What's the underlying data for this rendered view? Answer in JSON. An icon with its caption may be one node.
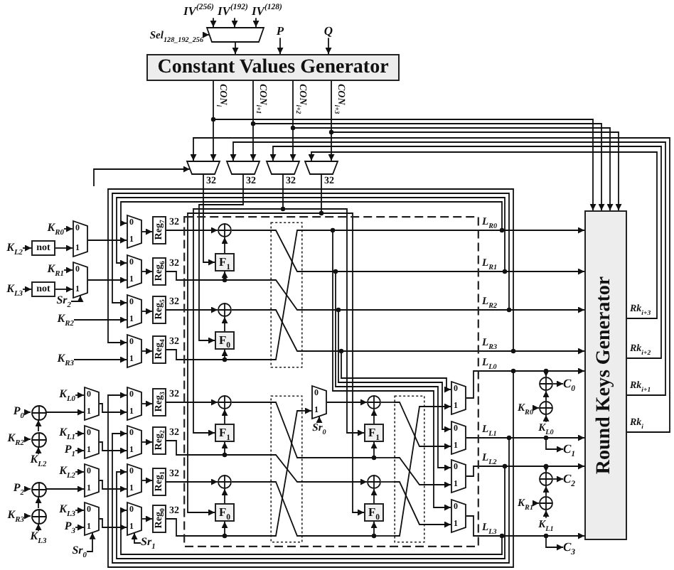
{
  "diagram": {
    "nodes": [
      {
        "text": [
          "IV$^{(256)}$"
        ]
      },
      {
        "text": [
          "IV$^{(192)}$"
        ]
      },
      {
        "text": [
          "IV$^{(128)}$"
        ]
      },
      {
        "text": [
          "Sel$_{128_192_256}$"
        ]
      },
      {
        "text": [],
        "shape": "trapezoid"
      },
      {
        "text": [
          "P"
        ]
      },
      {
        "text": [
          "Q"
        ]
      },
      {
        "text": [
          "Constant Values Generator"
        ]
      },
      {
        "text": [],
        "shape": "trapezoid"
      },
      {
        "text": [],
        "shape": "trapezoid"
      },
      {
        "text": [],
        "shape": "trapezoid"
      },
      {
        "text": [],
        "shape": "trapezoid"
      },
      {
        "text": [
          "K$_{R0}$"
        ]
      },
      {
        "text": [
          "K$_{L2}$"
        ]
      },
      {
        "text": [
          "not"
        ]
      },
      {
        "text": [
          "K$_{R1}$"
        ]
      },
      {
        "text": [
          "K$_{L3}$"
        ]
      },
      {
        "text": [
          "not"
        ]
      },
      {
        "text": [
          "0",
          "1"
        ]
      },
      {
        "text": [
          "0",
          "1"
        ]
      },
      {
        "text": [
          "Sr$_{2}$"
        ]
      },
      {
        "text": [
          "K$_{R2}$"
        ]
      },
      {
        "text": [
          "K$_{R3}$"
        ]
      },
      {
        "text": [
          "0",
          "1"
        ]
      },
      {
        "text": [
          "0",
          "1"
        ]
      },
      {
        "text": [
          "0",
          "1"
        ]
      },
      {
        "text": [
          "0",
          "1"
        ]
      },
      {
        "text": [
          "Reg$_{7}$"
        ]
      },
      {
        "text": [
          "Reg$_{6}$"
        ]
      },
      {
        "text": [
          "Reg$_{5}$"
        ]
      },
      {
        "text": [
          "Reg$_{4}$"
        ]
      },
      {
        "text": [
          "K$_{L0}$"
        ]
      },
      {
        "text": [
          "P$_{0}$"
        ]
      },
      {
        "text": [],
        "shape": "circle"
      },
      {
        "text": [
          "K$_{R2}$"
        ]
      },
      {
        "text": [],
        "shape": "circle"
      },
      {
        "text": [
          "K$_{L2}$"
        ]
      },
      {
        "text": [
          "K$_{L1}$"
        ]
      },
      {
        "text": [
          "P$_{1}$"
        ]
      },
      {
        "text": [
          "K$_{L2}$"
        ]
      },
      {
        "text": [
          "P$_{2}$"
        ]
      },
      {
        "text": [],
        "shape": "circle"
      },
      {
        "text": [
          "K$_{R3}$"
        ]
      },
      {
        "text": [],
        "shape": "circle"
      },
      {
        "text": [
          "K$_{L3}$"
        ]
      },
      {
        "text": [
          "K$_{L3}$"
        ]
      },
      {
        "text": [
          "P$_{3}$"
        ]
      },
      {
        "text": [
          "0",
          "1"
        ]
      },
      {
        "text": [
          "0",
          "1"
        ]
      },
      {
        "text": [
          "0",
          "1"
        ]
      },
      {
        "text": [
          "0",
          "1"
        ]
      },
      {
        "text": [
          "Sr$_{0}$"
        ]
      },
      {
        "text": [
          "0",
          "1"
        ]
      },
      {
        "text": [
          "0",
          "1"
        ]
      },
      {
        "text": [
          "0",
          "1"
        ]
      },
      {
        "text": [
          "0",
          "1"
        ]
      },
      {
        "text": [
          "Sr$_{1}$"
        ]
      },
      {
        "text": [
          "Reg$_{3}$"
        ]
      },
      {
        "text": [
          "Reg$_{2}$"
        ]
      },
      {
        "text": [
          "Reg$_{1}$"
        ]
      },
      {
        "text": [
          "Reg$_{0}$"
        ]
      },
      {
        "text": [],
        "shape": "box"
      },
      {
        "text": [],
        "shape": "circle",
        "in": 61
      },
      {
        "text": [
          "F$_{1}$"
        ],
        "in": 61
      },
      {
        "text": [],
        "shape": "circle",
        "in": 61
      },
      {
        "text": [
          "F$_{0}$"
        ],
        "in": 61
      },
      {
        "text": [],
        "shape": "box",
        "in": 61
      },
      {
        "text": [],
        "shape": "circle",
        "in": 61
      },
      {
        "text": [
          "F$_{1}$"
        ],
        "in": 61
      },
      {
        "text": [],
        "shape": "circle",
        "in": 61
      },
      {
        "text": [
          "F$_{0}$"
        ],
        "in": 61
      },
      {
        "text": [],
        "shape": "box",
        "in": 61
      },
      {
        "text": [
          "0",
          "1"
        ],
        "in": 61
      },
      {
        "text": [
          "Sr$_{0}$"
        ],
        "in": 61
      },
      {
        "text": [],
        "shape": "circle",
        "in": 61
      },
      {
        "text": [
          "F$_{1}$"
        ],
        "in": 61
      },
      {
        "text": [],
        "shape": "circle",
        "in": 61
      },
      {
        "text": [
          "F$_{0}$"
        ],
        "in": 61
      },
      {
        "text": [],
        "shape": "box",
        "in": 61
      },
      {
        "text": [
          "0",
          "1"
        ],
        "in": 61
      },
      {
        "text": [
          "0",
          "1"
        ],
        "in": 61
      },
      {
        "text": [
          "0",
          "1"
        ],
        "in": 61
      },
      {
        "text": [
          "0",
          "1"
        ],
        "in": 61
      },
      {
        "text": [
          "Round Keys Generator"
        ]
      },
      {
        "text": [],
        "shape": "circle"
      },
      {
        "text": [
          "C$_{0}$"
        ]
      },
      {
        "text": [
          "K$_{R0}$"
        ]
      },
      {
        "text": [],
        "shape": "circle"
      },
      {
        "text": [
          "K$_{L0}$"
        ]
      },
      {
        "text": [
          "C$_{1}$"
        ]
      },
      {
        "text": [],
        "shape": "circle"
      },
      {
        "text": [
          "C$_{2}$"
        ]
      },
      {
        "text": [
          "K$_{R1}$"
        ]
      },
      {
        "text": [],
        "shape": "circle"
      },
      {
        "text": [
          "K$_{L1}$"
        ]
      },
      {
        "text": [
          "C$_{3}$"
        ]
      }
    ],
    "edges": [
      {
        "from": 0,
        "to": 4,
        "arrow": "to"
      },
      {
        "from": 1,
        "to": 4,
        "arrow": "to"
      },
      {
        "from": 2,
        "to": 4,
        "arrow": "to"
      },
      {
        "from": 3,
        "to": 4,
        "arrow": "to"
      },
      {
        "from": 4,
        "to": 7,
        "arrow": "to"
      },
      {
        "from": 5,
        "to": 7,
        "arrow": "to"
      },
      {
        "from": 6,
        "to": 7,
        "arrow": "to"
      },
      {
        "from": 7,
        "to": 8,
        "arrow": "to",
        "label": "CON$_{i}$"
      },
      {
        "from": 7,
        "to": 9,
        "arrow": "to",
        "label": "CON$_{i+1}$"
      },
      {
        "from": 7,
        "to": 10,
        "arrow": "to",
        "label": "CON$_{i+2}$"
      },
      {
        "from": 7,
        "to": 11,
        "arrow": "to",
        "label": "CON$_{i+3}$"
      },
      {
        "from": 7,
        "to": 83,
        "arrow": "to"
      },
      {
        "from": 7,
        "to": 83,
        "arrow": "to"
      },
      {
        "from": 7,
        "to": 83,
        "arrow": "to"
      },
      {
        "from": 7,
        "to": 83,
        "arrow": "to"
      },
      {
        "from": 83,
        "to": 8,
        "arrow": "to",
        "label": "Rk$_{i}$"
      },
      {
        "from": 83,
        "to": 9,
        "arrow": "to",
        "label": "Rk$_{i+1}$"
      },
      {
        "from": 83,
        "to": 10,
        "arrow": "to",
        "label": "Rk$_{i+2}$"
      },
      {
        "from": 83,
        "to": 11,
        "arrow": "to",
        "label": "Rk$_{i+3}$"
      },
      {
        "from": null,
        "to": 8,
        "arrow": "to"
      },
      {
        "from": 8,
        "to": 63,
        "arrow": "to",
        "label": "32"
      },
      {
        "from": 9,
        "to": 65,
        "arrow": "to",
        "label": "32"
      },
      {
        "from": 10,
        "to": 68,
        "arrow": "to",
        "label": "32"
      },
      {
        "from": 11,
        "to": 70,
        "arrow": "to",
        "label": "32"
      },
      {
        "from": 10,
        "to": 75,
        "arrow": "to"
      },
      {
        "from": 11,
        "to": 77,
        "arrow": "to"
      },
      {
        "from": 12,
        "to": 18,
        "arrow": "to"
      },
      {
        "from": 13,
        "to": 14,
        "arrow": "to"
      },
      {
        "from": 14,
        "to": 18,
        "arrow": "to"
      },
      {
        "from": 15,
        "to": 19,
        "arrow": "to"
      },
      {
        "from": 16,
        "to": 17,
        "arrow": "to"
      },
      {
        "from": 17,
        "to": 19,
        "arrow": "to"
      },
      {
        "from": 20,
        "to": 19,
        "arrow": "to"
      },
      {
        "from": 18,
        "to": 23,
        "arrow": "to"
      },
      {
        "from": 19,
        "to": 24,
        "arrow": "to"
      },
      {
        "from": 21,
        "to": 25,
        "arrow": "to"
      },
      {
        "from": 22,
        "to": 26,
        "arrow": "to"
      },
      {
        "from": 23,
        "to": 27,
        "arrow": "to"
      },
      {
        "from": 24,
        "to": 28,
        "arrow": "to"
      },
      {
        "from": 25,
        "to": 29,
        "arrow": "to"
      },
      {
        "from": 26,
        "to": 30,
        "arrow": "to"
      },
      {
        "from": 27,
        "to": 62,
        "arrow": "to",
        "label": "32"
      },
      {
        "from": 28,
        "to": 63,
        "arrow": "to",
        "label": "32"
      },
      {
        "from": 28,
        "to": 66,
        "arrow": "none"
      },
      {
        "from": 29,
        "to": 64,
        "arrow": "to",
        "label": "32"
      },
      {
        "from": 30,
        "to": 65,
        "arrow": "to",
        "label": "32"
      },
      {
        "from": 30,
        "to": 66,
        "arrow": "none"
      },
      {
        "from": 63,
        "to": 62,
        "arrow": "to"
      },
      {
        "from": 65,
        "to": 64,
        "arrow": "to"
      },
      {
        "from": 62,
        "to": 66,
        "arrow": "none"
      },
      {
        "from": 64,
        "to": 66,
        "arrow": "none"
      },
      {
        "from": 66,
        "to": 83,
        "arrow": "to",
        "label": "L$_{R0}$"
      },
      {
        "from": 66,
        "to": 83,
        "arrow": "to",
        "label": "L$_{R1}$"
      },
      {
        "from": 66,
        "to": 83,
        "arrow": "to",
        "label": "L$_{R2}$"
      },
      {
        "from": 66,
        "to": 83,
        "arrow": "to",
        "label": "L$_{R3}$"
      },
      {
        "from": 66,
        "to": 23,
        "arrow": "to"
      },
      {
        "from": 66,
        "to": 24,
        "arrow": "to"
      },
      {
        "from": 66,
        "to": 25,
        "arrow": "to"
      },
      {
        "from": 66,
        "to": 26,
        "arrow": "to"
      },
      {
        "from": 31,
        "to": 47,
        "arrow": "to"
      },
      {
        "from": 32,
        "to": 33,
        "arrow": "to"
      },
      {
        "from": 34,
        "to": 35,
        "arrow": "to"
      },
      {
        "from": 36,
        "to": 35,
        "arrow": "to"
      },
      {
        "from": 35,
        "to": 33,
        "arrow": "to"
      },
      {
        "from": 33,
        "to": 47,
        "arrow": "to"
      },
      {
        "from": 37,
        "to": 48,
        "arrow": "to"
      },
      {
        "from": 38,
        "to": 48,
        "arrow": "to"
      },
      {
        "from": 39,
        "to": 49,
        "arrow": "to"
      },
      {
        "from": 40,
        "to": 41,
        "arrow": "to"
      },
      {
        "from": 42,
        "to": 43,
        "arrow": "to"
      },
      {
        "from": 44,
        "to": 43,
        "arrow": "to"
      },
      {
        "from": 43,
        "to": 41,
        "arrow": "to"
      },
      {
        "from": 41,
        "to": 49,
        "arrow": "to"
      },
      {
        "from": 45,
        "to": 50,
        "arrow": "to"
      },
      {
        "from": 46,
        "to": 50,
        "arrow": "to"
      },
      {
        "from": 51,
        "to": 50,
        "arrow": "to"
      },
      {
        "from": 47,
        "to": 52,
        "arrow": "to"
      },
      {
        "from": 48,
        "to": 53,
        "arrow": "to"
      },
      {
        "from": 49,
        "to": 54,
        "arrow": "to"
      },
      {
        "from": 50,
        "to": 55,
        "arrow": "to"
      },
      {
        "from": 56,
        "to": 55,
        "arrow": "to"
      },
      {
        "from": 52,
        "to": 57,
        "arrow": "to"
      },
      {
        "from": 53,
        "to": 58,
        "arrow": "to"
      },
      {
        "from": 54,
        "to": 59,
        "arrow": "to"
      },
      {
        "from": 55,
        "to": 60,
        "arrow": "to"
      },
      {
        "from": 57,
        "to": 67,
        "arrow": "to",
        "label": "32"
      },
      {
        "from": 58,
        "to": 68,
        "arrow": "to",
        "label": "32"
      },
      {
        "from": 58,
        "to": 71,
        "arrow": "none"
      },
      {
        "from": 59,
        "to": 69,
        "arrow": "to",
        "label": "32"
      },
      {
        "from": 60,
        "to": 70,
        "arrow": "to",
        "label": "32"
      },
      {
        "from": 60,
        "to": 71,
        "arrow": "none"
      },
      {
        "from": 68,
        "to": 67,
        "arrow": "to"
      },
      {
        "from": 70,
        "to": 69,
        "arrow": "to"
      },
      {
        "from": 67,
        "to": 71,
        "arrow": "none"
      },
      {
        "from": 69,
        "to": 71,
        "arrow": "none"
      },
      {
        "from": 71,
        "to": 72,
        "arrow": "to"
      },
      {
        "from": 73,
        "to": 72,
        "arrow": "to"
      },
      {
        "from": 72,
        "to": 74,
        "arrow": "to"
      },
      {
        "from": 71,
        "to": 75,
        "arrow": "to"
      },
      {
        "from": 71,
        "to": 76,
        "arrow": "to"
      },
      {
        "from": 71,
        "to": 77,
        "arrow": "to"
      },
      {
        "from": 75,
        "to": 74,
        "arrow": "to"
      },
      {
        "from": 77,
        "to": 76,
        "arrow": "to"
      },
      {
        "from": 74,
        "to": 78,
        "arrow": "none"
      },
      {
        "from": 71,
        "to": 78,
        "arrow": "none"
      },
      {
        "from": 76,
        "to": 78,
        "arrow": "none"
      },
      {
        "from": 71,
        "to": 78,
        "arrow": "none"
      },
      {
        "from": 78,
        "to": 79,
        "arrow": "to"
      },
      {
        "from": 78,
        "to": 80,
        "arrow": "to"
      },
      {
        "from": 78,
        "to": 81,
        "arrow": "to"
      },
      {
        "from": 78,
        "to": 82,
        "arrow": "to"
      },
      {
        "from": 66,
        "to": 79,
        "arrow": "to"
      },
      {
        "from": 66,
        "to": 80,
        "arrow": "to"
      },
      {
        "from": 66,
        "to": 81,
        "arrow": "to"
      },
      {
        "from": 66,
        "to": 82,
        "arrow": "to"
      },
      {
        "from": 79,
        "to": 83,
        "arrow": "to",
        "label": "L$_{L0}$"
      },
      {
        "from": 80,
        "to": 83,
        "arrow": "to",
        "label": "L$_{L1}$"
      },
      {
        "from": 81,
        "to": 83,
        "arrow": "to",
        "label": "L$_{L2}$"
      },
      {
        "from": 82,
        "to": 83,
        "arrow": "to",
        "label": "L$_{L3}$"
      },
      {
        "from": 79,
        "to": 52,
        "arrow": "to"
      },
      {
        "from": 80,
        "to": 53,
        "arrow": "to"
      },
      {
        "from": 81,
        "to": 54,
        "arrow": "to"
      },
      {
        "from": 82,
        "to": 55,
        "arrow": "to"
      },
      {
        "from": 79,
        "to": 84,
        "arrow": "to"
      },
      {
        "from": 84,
        "to": 85,
        "arrow": "to"
      },
      {
        "from": 86,
        "to": 87,
        "arrow": "to"
      },
      {
        "from": 88,
        "to": 87,
        "arrow": "to"
      },
      {
        "from": 87,
        "to": 84,
        "arrow": "to"
      },
      {
        "from": 80,
        "to": 89,
        "arrow": "to"
      },
      {
        "from": 81,
        "to": 90,
        "arrow": "to"
      },
      {
        "from": 90,
        "to": 91,
        "arrow": "to"
      },
      {
        "from": 92,
        "to": 93,
        "arrow": "to"
      },
      {
        "from": 94,
        "to": 93,
        "arrow": "to"
      },
      {
        "from": 93,
        "to": 90,
        "arrow": "to"
      },
      {
        "from": 82,
        "to": 95,
        "arrow": "to"
      }
    ]
  }
}
